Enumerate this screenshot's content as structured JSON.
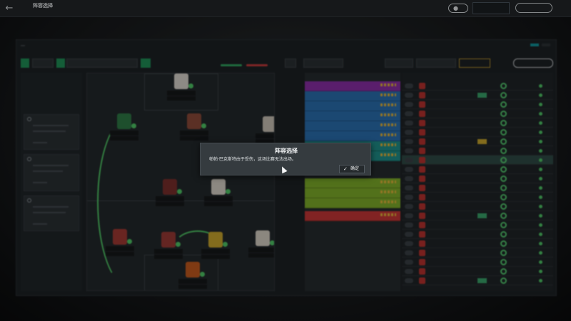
{
  "topbar": {
    "title": "阵容选择",
    "subtitle": "",
    "next_match_line1": "",
    "next_match_line2": "",
    "continue_label": ""
  },
  "tabs": [
    "",
    "",
    "",
    "",
    "",
    ""
  ],
  "right_tabs": [
    "",
    ""
  ],
  "dialog": {
    "title": "阵容选择",
    "message": "帕帕·巴克斯特由于受伤，这场比赛无法出场。",
    "confirm_label": "确定"
  },
  "colors": {
    "accent_teal": "#11949a",
    "accent_green": "#4fc766",
    "stars_gold": "#e2b43a",
    "role_purple": "#8a2fa6",
    "role_blue": "#2a6fb0",
    "role_teal": "#1f8f8a",
    "role_lime": "#7fae2a",
    "role_red": "#c73636"
  }
}
